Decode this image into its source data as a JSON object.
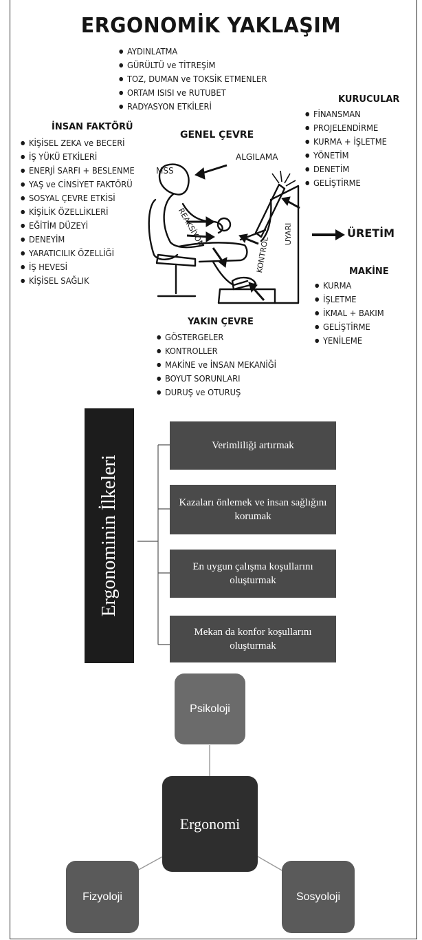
{
  "title": "ERGONOMİK YAKLAŞIM",
  "environment_list": [
    "AYDINLATMA",
    "GÜRÜLTÜ ve TİTREŞİM",
    "TOZ, DUMAN ve TOKSİK ETMENLER",
    "ORTAM ISISI ve RUTUBET",
    "RADYASYON ETKİLERİ"
  ],
  "insan": {
    "header": "İNSAN FAKTÖRÜ",
    "items": [
      "KİŞİSEL ZEKA ve BECERİ",
      "İŞ YÜKÜ ETKİLERİ",
      "ENERJİ SARFI + BESLENME",
      "YAŞ ve CİNSİYET FAKTÖRÜ",
      "SOSYAL ÇEVRE ETKİSİ",
      "KİŞİLİK ÖZELLİKLERİ",
      "EĞİTİM DÜZEYİ",
      "DENEYİM",
      "YARATICILIK ÖZELLİĞİ",
      "İŞ HEVESİ",
      "KİŞİSEL SAĞLIK"
    ]
  },
  "kurucular": {
    "header": "KURUCULAR",
    "items": [
      "FİNANSMAN",
      "PROJELENDİRME",
      "KURMA + İŞLETME",
      "YÖNETİM",
      "DENETİM",
      "GELİŞTİRME"
    ]
  },
  "makine": {
    "header": "MAKİNE",
    "items": [
      "KURMA",
      "İŞLETME",
      "İKMAL + BAKIM",
      "GELİŞTİRME",
      "YENİLEME"
    ]
  },
  "yakin": {
    "header": "YAKIN ÇEVRE",
    "items": [
      "GÖSTERGELER",
      "KONTROLLER",
      "MAKİNE ve İNSAN MEKANİĞİ",
      "BOYUT SORUNLARI",
      "DURUŞ ve OTURUŞ"
    ]
  },
  "figure": {
    "genel_cevre": "GENEL ÇEVRE",
    "algilama": "ALGILAMA",
    "mss": "MSS",
    "reaksiyon": "REAKSİYON",
    "kontrol": "KONTROL",
    "uyari": "UYARI",
    "uretim": "ÜRETİM"
  },
  "principles": {
    "title": "Ergonominin İlkeleri",
    "items": [
      "Verimliliği artırmak",
      "Kazaları önlemek ve insan sağlığını korumak",
      "En uygun çalışma koşullarını oluşturmak",
      "Mekan da konfor koşullarını oluşturmak"
    ]
  },
  "disciplines": {
    "center": "Ergonomi",
    "top": "Psikoloji",
    "left": "Fizyoloji",
    "right": "Sosyoloji"
  }
}
